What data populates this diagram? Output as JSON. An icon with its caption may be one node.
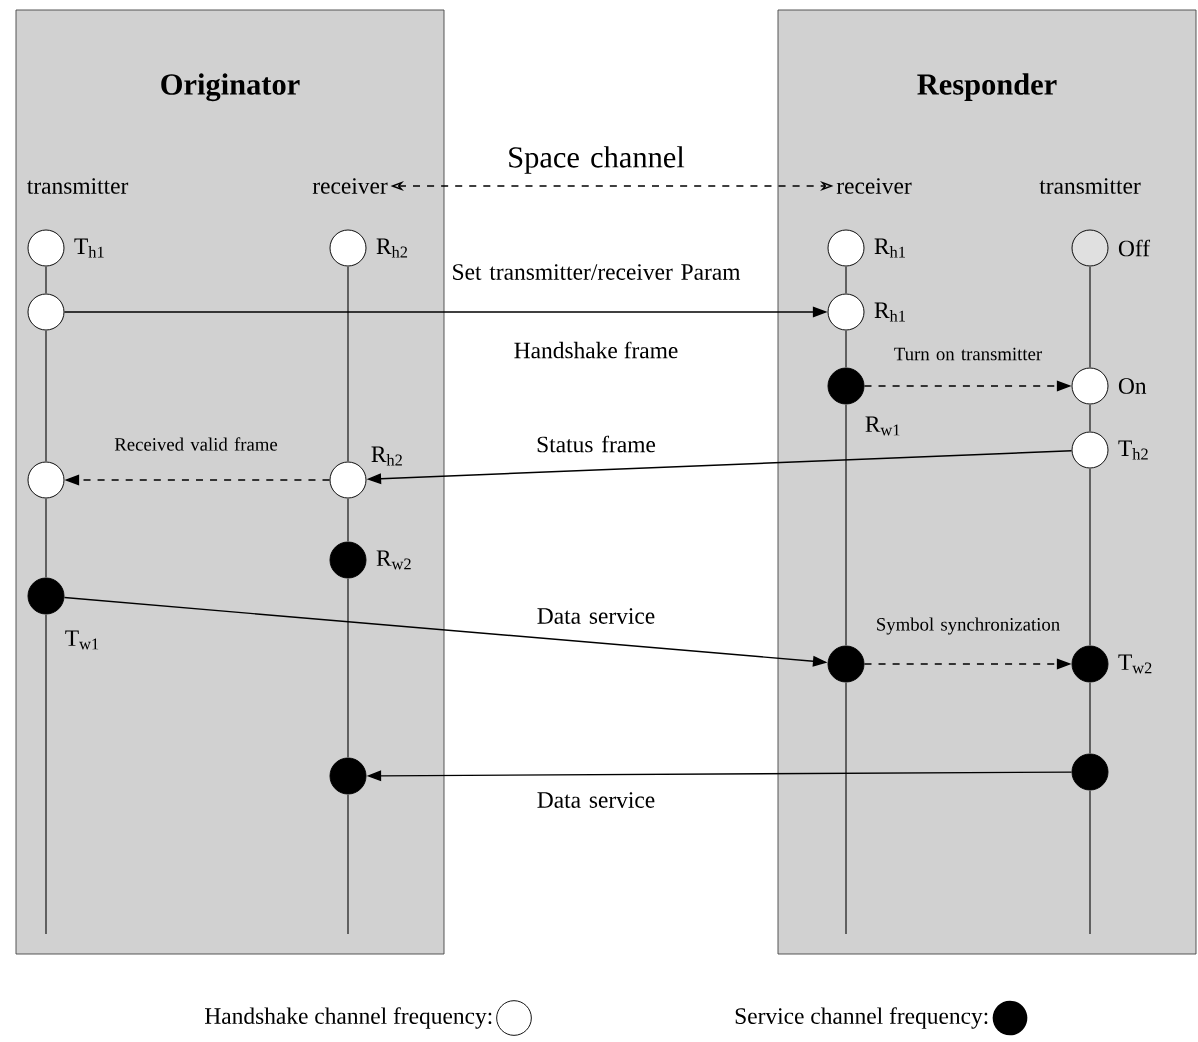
{
  "diagram": {
    "nodes": [
      {
        "text": [
          "Originator"
        ]
      },
      {
        "text": [
          "Responder"
        ]
      },
      {
        "text": [
          "transmitter"
        ],
        "in": 0
      },
      {
        "text": [
          "receiver"
        ],
        "in": 0
      },
      {
        "text": [
          "receiver"
        ],
        "in": 1
      },
      {
        "text": [
          "transmitter"
        ],
        "in": 1
      },
      {
        "text": [],
        "shape": "circle",
        "beside": [
          "T$_{h1}$"
        ],
        "in": 0
      },
      {
        "text": [],
        "shape": "circle",
        "in": 0
      },
      {
        "text": [],
        "shape": "circle",
        "in": 0
      },
      {
        "text": [],
        "shape": "dot",
        "beside": [
          "T$_{w1}$"
        ],
        "in": 0
      },
      {
        "text": [],
        "shape": "circle",
        "beside": [
          "R$_{h2}$"
        ],
        "in": 0
      },
      {
        "text": [],
        "shape": "circle",
        "beside": [
          "R$_{h2}$"
        ],
        "in": 0
      },
      {
        "text": [],
        "shape": "dot",
        "beside": [
          "R$_{w2}$"
        ],
        "in": 0
      },
      {
        "text": [],
        "shape": "dot",
        "in": 0
      },
      {
        "text": [],
        "shape": "circle",
        "beside": [
          "R$_{h1}$"
        ],
        "in": 1
      },
      {
        "text": [],
        "shape": "circle",
        "beside": [
          "R$_{h1}$"
        ],
        "in": 1
      },
      {
        "text": [],
        "shape": "dot",
        "beside": [
          "R$_{w1}$"
        ],
        "in": 1
      },
      {
        "text": [],
        "shape": "dot",
        "in": 1
      },
      {
        "text": [],
        "shape": "circle",
        "beside": [
          "Off"
        ],
        "in": 1
      },
      {
        "text": [],
        "shape": "circle",
        "beside": [
          "On"
        ],
        "in": 1
      },
      {
        "text": [],
        "shape": "circle",
        "beside": [
          "T$_{h2}$"
        ],
        "in": 1
      },
      {
        "text": [],
        "shape": "dot",
        "beside": [
          "T$_{w2}$"
        ],
        "in": 1
      },
      {
        "text": [],
        "shape": "dot",
        "in": 1
      }
    ],
    "edges": [
      {
        "from": 3,
        "to": 4,
        "arrow": "both",
        "style": "dashed",
        "label": "Space channel"
      },
      {
        "from": 6,
        "to": 7,
        "arrow": "none"
      },
      {
        "from": 7,
        "to": 8,
        "arrow": "none"
      },
      {
        "from": 8,
        "to": 9,
        "arrow": "none"
      },
      {
        "from": 10,
        "to": 11,
        "arrow": "none"
      },
      {
        "from": 11,
        "to": 12,
        "arrow": "none"
      },
      {
        "from": 12,
        "to": 13,
        "arrow": "none"
      },
      {
        "from": 14,
        "to": 15,
        "arrow": "none"
      },
      {
        "from": 15,
        "to": 16,
        "arrow": "none"
      },
      {
        "from": 16,
        "to": 17,
        "arrow": "none"
      },
      {
        "from": 18,
        "to": 19,
        "arrow": "none"
      },
      {
        "from": 19,
        "to": 20,
        "arrow": "none"
      },
      {
        "from": 20,
        "to": 21,
        "arrow": "none"
      },
      {
        "from": 21,
        "to": 22,
        "arrow": "none"
      },
      {
        "from": 7,
        "to": 15,
        "arrow": "to",
        "label": "Set transmitter/receiver Param"
      },
      {
        "from": 16,
        "to": 19,
        "arrow": "to",
        "style": "dashed",
        "label": "Turn on transmitter"
      },
      {
        "from": 20,
        "to": 11,
        "arrow": "to",
        "label": "Status frame"
      },
      {
        "from": 11,
        "to": 8,
        "arrow": "to",
        "style": "dashed",
        "label": "Received valid frame"
      },
      {
        "from": 9,
        "to": 17,
        "arrow": "to",
        "label": "Data service"
      },
      {
        "from": 17,
        "to": 21,
        "arrow": "to",
        "style": "dashed",
        "label": "Symbol synchronization"
      },
      {
        "from": 22,
        "to": 13,
        "arrow": "to",
        "label": "Data service"
      }
    ],
    "labels": [
      "Handshake frame"
    ],
    "legend": [
      {
        "text": "Handshake channel frequency:"
      },
      {
        "text": "Service channel frequency:",
        "color": "#000000"
      }
    ]
  }
}
